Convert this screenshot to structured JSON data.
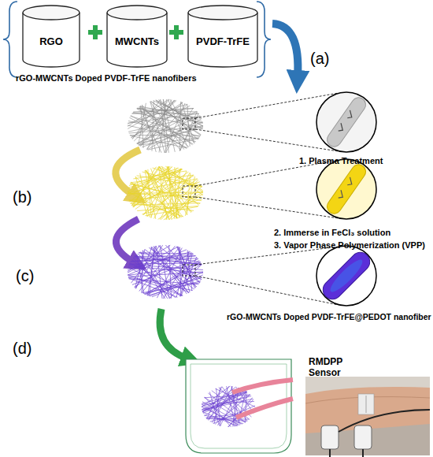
{
  "diagram": {
    "nodes": [
      {
        "text": [
          "RGO"
        ]
      },
      {
        "text": [
          "MWCNTs"
        ]
      },
      {
        "text": [
          "PVDF-TrFE"
        ]
      }
    ],
    "labels": [
      "(a)",
      "rGO-MWCNTs Doped PVDF-TrFE nanofibers",
      "(b)",
      "1. Plasma Treatment",
      "2. Immerse in FeCl₃ solution",
      "3. Vapor Phase Polymerization (VPP)",
      "(c)",
      "rGO-MWCNTs Doped PVDF-TrFE@PEDOT nanofiber",
      "(d)",
      "RMDPP Sensor"
    ]
  }
}
